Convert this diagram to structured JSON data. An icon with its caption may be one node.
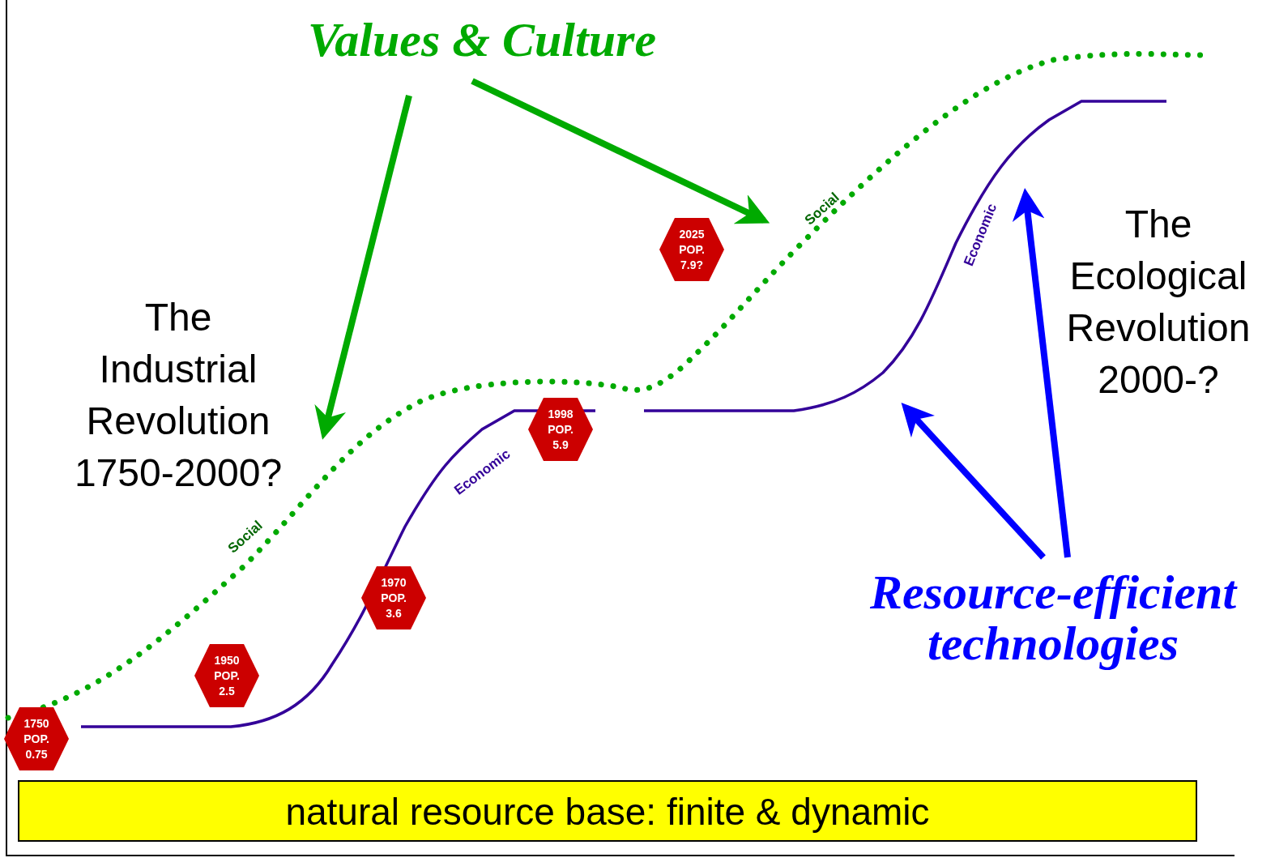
{
  "diagram": {
    "nodes": [
      {
        "text": [
          "Values & Culture"
        ]
      },
      {
        "text": [
          "2025 POP. 7.9?"
        ]
      },
      {
        "text": [
          "1998 POP. 5.9"
        ]
      },
      {
        "text": [
          "1970 POP. 3.6"
        ]
      },
      {
        "text": [
          "1950 POP. 2.5"
        ]
      },
      {
        "text": [
          "1750 POP. 0.75"
        ]
      },
      {
        "text": [
          "Resource-efficient technologies"
        ]
      },
      {
        "text": [
          "natural resource base: finite & dynamic"
        ]
      }
    ],
    "edges": [
      {
        "from": 0,
        "to": null,
        "arrow": "to",
        "color": "#00aa00"
      },
      {
        "from": 0,
        "to": null,
        "arrow": "to",
        "color": "#00aa00"
      },
      {
        "from": 6,
        "to": null,
        "arrow": "to",
        "color": "#0000ff"
      },
      {
        "from": 6,
        "to": null,
        "arrow": "to",
        "color": "#0000ff"
      }
    ],
    "labels": [
      "The Industrial Revolution 1750-2000?",
      "Social",
      "Economic",
      "Social",
      "Economic",
      "The Ecological Revolution 2000-?"
    ]
  }
}
